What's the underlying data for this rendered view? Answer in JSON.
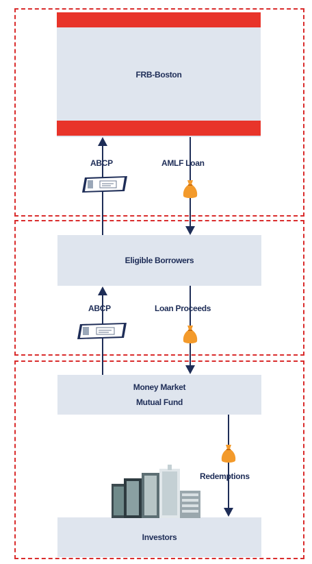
{
  "nodes": {
    "frb": "FRB-Boston",
    "eligible": "Eligible Borrowers",
    "mmmf_line1": "Money Market",
    "mmmf_line2": "Mutual Fund",
    "investors": "Investors"
  },
  "flows": {
    "abcp_top": "ABCP",
    "amlf_loan": "AMLF Loan",
    "abcp_mid": "ABCP",
    "loan_proceeds": "Loan Proceeds",
    "redemptions": "Redemptions"
  },
  "colors": {
    "dashed_border": "#d92b2b",
    "red_bar": "#e8342a",
    "box_fill": "#dfe5ee",
    "arrow": "#1e2d57",
    "money_bag": "#f39a2b"
  },
  "icons": [
    "commercial-paper-icon",
    "money-bag-icon",
    "buildings-icon"
  ]
}
